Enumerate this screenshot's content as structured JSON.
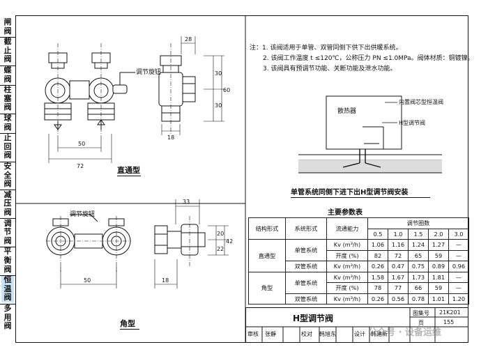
{
  "sidebar": {
    "categories": [
      {
        "label": "闸阀",
        "active": false
      },
      {
        "label": "截止阀",
        "active": false
      },
      {
        "label": "蝶阀",
        "active": false
      },
      {
        "label": "柱塞阀",
        "active": false
      },
      {
        "label": "球阀",
        "active": false
      },
      {
        "label": "止回阀",
        "active": false
      },
      {
        "label": "安全阀",
        "active": false
      },
      {
        "label": "减压阀",
        "active": false
      },
      {
        "label": "调节阀",
        "active": false
      },
      {
        "label": "平衡阀",
        "active": false
      },
      {
        "label": "恒温阀",
        "active": true
      },
      {
        "label": "多用阀",
        "active": false
      }
    ]
  },
  "notes": {
    "lines": [
      "注：1. 该阀适用于单管、双管同侧下供下出供暖系统。",
      "2. 该阀工作温度 t ≤120℃，公称压力 PN ≤1.0MPa。阀体材质：铜镀镍。",
      "3. 该阀具有预调节功能、关断功能及泄水功能。"
    ]
  },
  "straight": {
    "caption": "直通型",
    "knob_label": "调节旋钮",
    "dims": {
      "top": "28",
      "right1": "30",
      "right2": "60",
      "right3": "30",
      "bottom_small": "18",
      "mid": "50",
      "total": "72"
    }
  },
  "angle": {
    "caption": "角型",
    "knob_label": "调节旋钮",
    "dims": {
      "top": "33",
      "right1": "20",
      "right2": "42",
      "right3": "22",
      "bottom": "50",
      "bottom_small": "18"
    }
  },
  "install": {
    "radiator_label": "散热器",
    "valve1_label": "内置阀芯型恒温阀",
    "valve2_label": "H型调节阀",
    "caption": "单管系统同侧下进下出H型调节阀安装"
  },
  "params": {
    "title": "主要参数表",
    "headers": {
      "structure": "结构形式",
      "system": "系统形式",
      "flow": "流通能力",
      "turns": "调节圈数"
    },
    "turns": [
      "0.5",
      "1.0",
      "1.5",
      "2.0",
      "3.0"
    ],
    "rows": [
      {
        "structure": "直通型",
        "system": "单管系统",
        "quantity": "Kv (m³/h)",
        "values": [
          "1.06",
          "1.16",
          "1.24",
          "1.27",
          "—"
        ]
      },
      {
        "structure": "",
        "system": "",
        "quantity": "开度 (%)",
        "values": [
          "82",
          "72",
          "65",
          "59",
          "—"
        ]
      },
      {
        "structure": "",
        "system": "双管系统",
        "quantity": "Kv (m³/h)",
        "values": [
          "0.26",
          "0.47",
          "0.75",
          "0.89",
          "0.96"
        ]
      },
      {
        "structure": "角型",
        "system": "单管系统",
        "quantity": "Kv (m³/h)",
        "values": [
          "1.58",
          "1.67",
          "1.73",
          "1.81",
          "—"
        ]
      },
      {
        "structure": "",
        "system": "",
        "quantity": "开度 (%)",
        "values": [
          "78",
          "77",
          "66",
          "59",
          "—"
        ]
      },
      {
        "structure": "",
        "system": "双管系统",
        "quantity": "Kv (m³/h)",
        "values": [
          "0.26",
          "0.56",
          "0.78",
          "1.01",
          "1.20"
        ]
      }
    ]
  },
  "title_block": {
    "title": "H型调节阀",
    "atlas_label": "图集号",
    "atlas_no": "21K201",
    "page_label": "页",
    "page_no": "155",
    "review_label": "审核",
    "review_name": "张靜",
    "proof_label": "校对",
    "proof_name": "韩旭东",
    "design_label": "设计",
    "design_name": "韩建新"
  },
  "watermark": "公众号 · 设备运维"
}
